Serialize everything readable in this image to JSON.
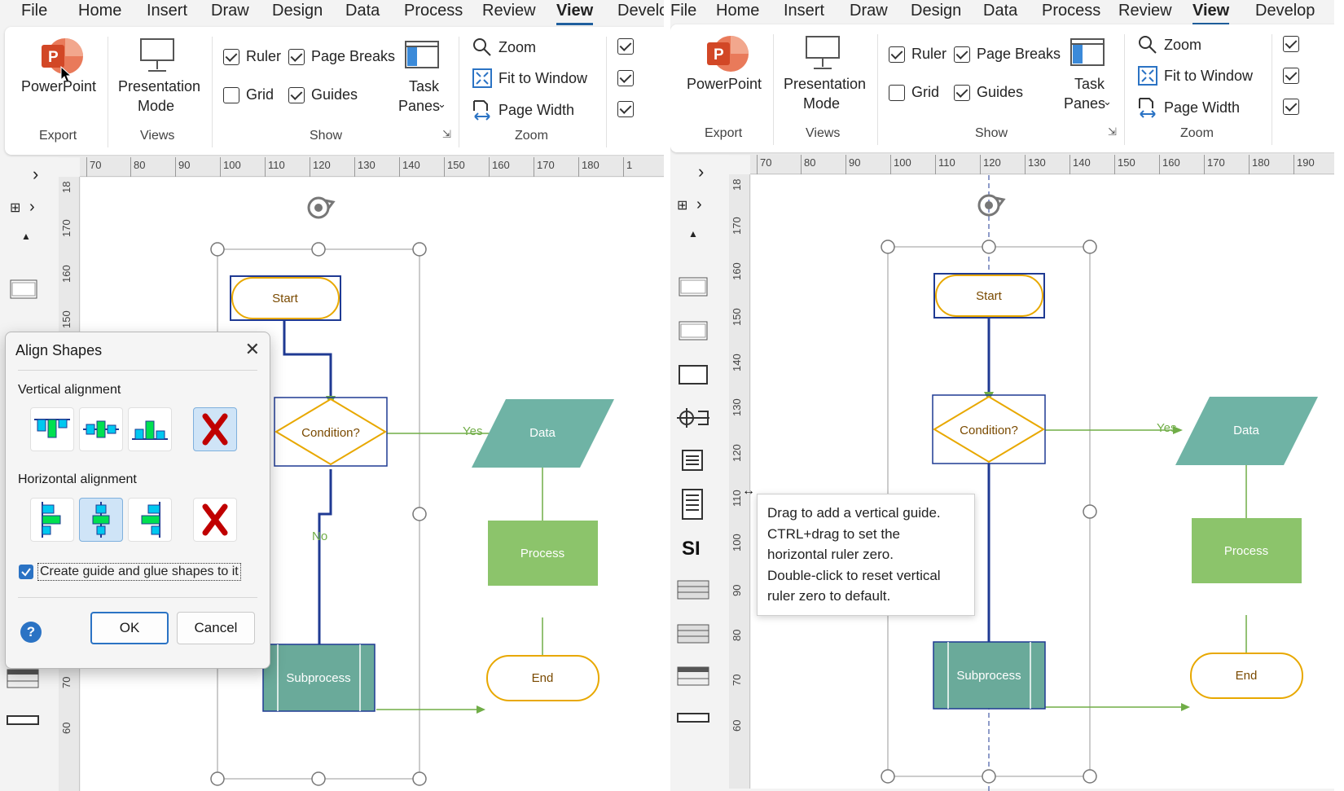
{
  "menu": [
    "File",
    "Home",
    "Insert",
    "Draw",
    "Design",
    "Data",
    "Process",
    "Review",
    "View",
    "Develo"
  ],
  "menu_right": [
    "File",
    "Home",
    "Insert",
    "Draw",
    "Design",
    "Data",
    "Process",
    "Review",
    "View",
    "Develop"
  ],
  "ribbon": {
    "powerpoint": "PowerPoint",
    "export_group": "Export",
    "presentation_line1": "Presentation",
    "presentation_line2": "Mode",
    "views_group": "Views",
    "ruler": "Ruler",
    "page_breaks": "Page Breaks",
    "grid": "Grid",
    "guides": "Guides",
    "task_line1": "Task",
    "task_line2": "Panes",
    "show_group": "Show",
    "zoom": "Zoom",
    "fit_to_window": "Fit to Window",
    "page_width": "Page Width",
    "zoom_group": "Zoom",
    "checked": {
      "ruler": true,
      "page_breaks": true,
      "grid": false,
      "guides": true
    }
  },
  "ruler_h": [
    "70",
    "80",
    "90",
    "100",
    "110",
    "120",
    "130",
    "140",
    "150",
    "160",
    "170",
    "180",
    "1"
  ],
  "ruler_h_right": [
    "70",
    "80",
    "90",
    "100",
    "110",
    "120",
    "130",
    "140",
    "150",
    "160",
    "170",
    "180",
    "190"
  ],
  "ruler_v": [
    "18",
    "170",
    "160",
    "150",
    "140",
    "130",
    "120",
    "110",
    "100",
    "90",
    "80",
    "70",
    "60"
  ],
  "flowchart": {
    "start": "Start",
    "condition": "Condition?",
    "yes": "Yes",
    "no": "No",
    "data": "Data",
    "process": "Process",
    "subprocess": "Subprocess",
    "end": "End"
  },
  "dialog": {
    "title": "Align Shapes",
    "vertical": "Vertical alignment",
    "horizontal": "Horizontal alignment",
    "checkbox": "Create guide and glue shapes to it",
    "ok": "OK",
    "cancel": "Cancel",
    "help": "?",
    "checkbox_checked": true
  },
  "tooltip": [
    "Drag to add a vertical guide.",
    "CTRL+drag to set the",
    "horizontal ruler zero.",
    "Double-click to reset vertical",
    "ruler zero to default."
  ],
  "colors": {
    "accent_blue": "#1f3a93",
    "terminal_orange": "#e8a800",
    "data_teal": "#6fb3a5",
    "process_green": "#8cc46b",
    "subprocess_teal": "#6aaa9a",
    "connector_green": "#70ad47",
    "ribbon_accent": "#1f5f9e",
    "powerpoint_red": "#d24726"
  }
}
